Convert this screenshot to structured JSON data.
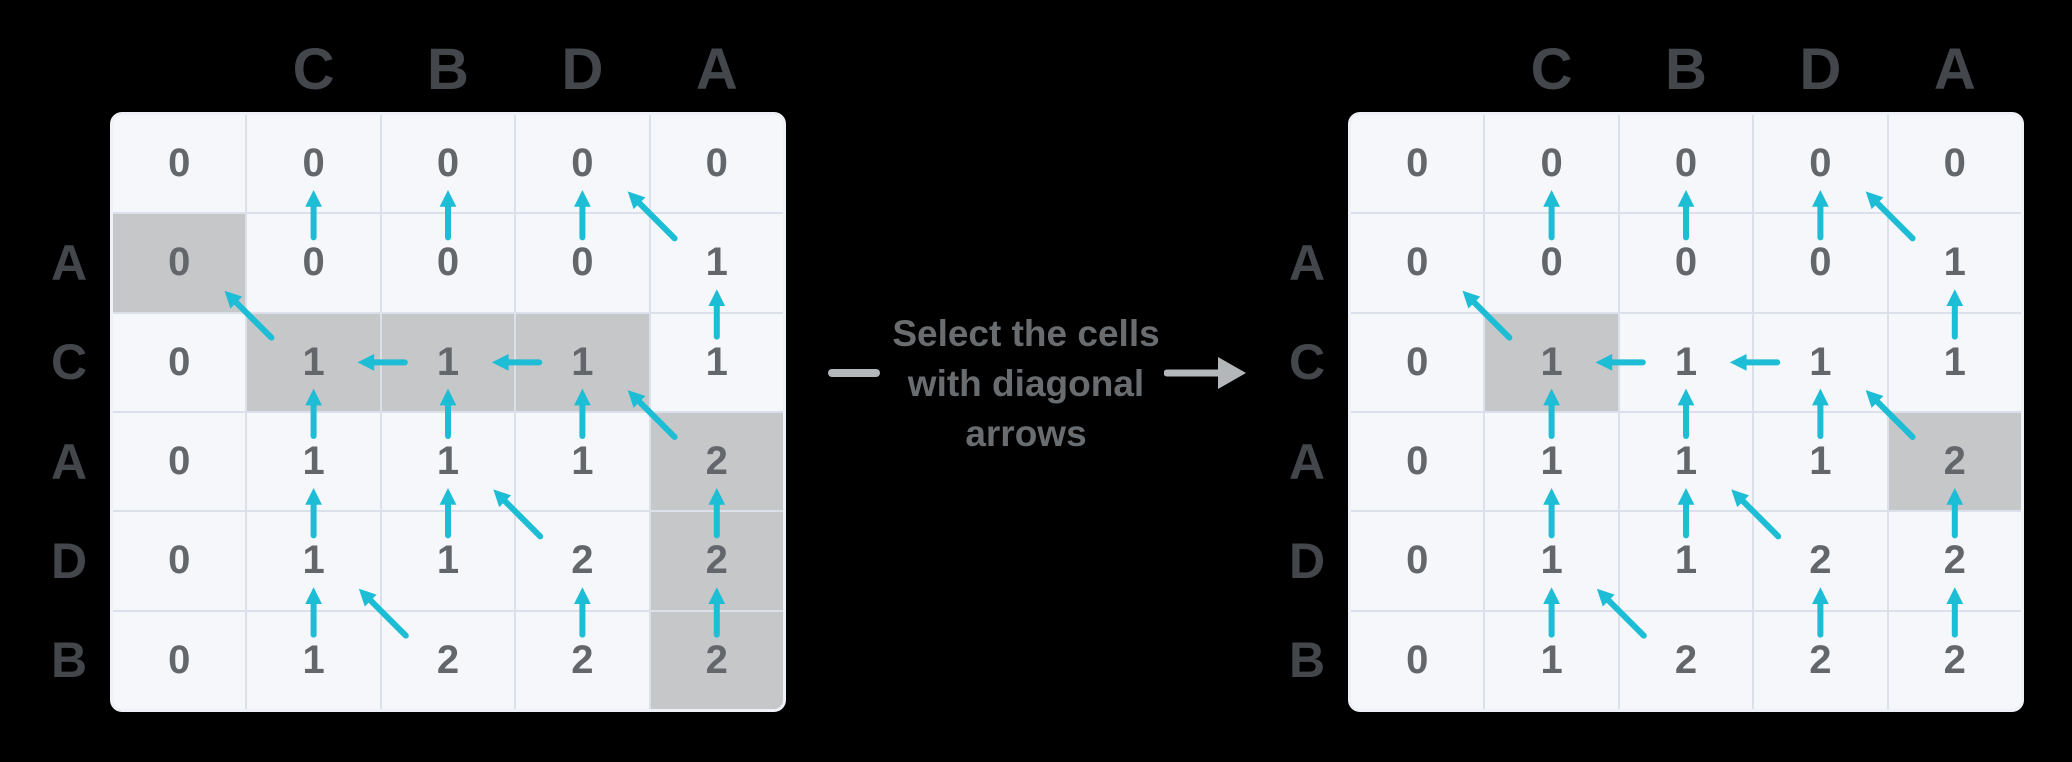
{
  "instruction": {
    "text": "Select the cells with diagonal arrows",
    "lines": [
      "Select the cells",
      "with diagonal",
      "arrows"
    ]
  },
  "colors": {
    "background": "#000000",
    "cell_bg": "#f5f7fa",
    "cell_highlight": "#c6c7c8",
    "grid_line": "#dbe0ea",
    "table_border": "#eef1f7",
    "value_text": "#63666b",
    "header_text": "#43464b",
    "arrow_cyan": "#1dbdd5",
    "instruction_text": "#6a6d70",
    "connector_gray": "#b4b7b9"
  },
  "tables": [
    {
      "name": "before",
      "column_headers": [
        "C",
        "B",
        "D",
        "A"
      ],
      "row_headers": [
        "A",
        "C",
        "A",
        "D",
        "B"
      ],
      "values": [
        [
          0,
          0,
          0,
          0,
          0
        ],
        [
          0,
          0,
          0,
          0,
          1
        ],
        [
          0,
          1,
          1,
          1,
          1
        ],
        [
          0,
          1,
          1,
          1,
          2
        ],
        [
          0,
          1,
          1,
          2,
          2
        ],
        [
          0,
          1,
          2,
          2,
          2
        ]
      ],
      "highlighted_cells": [
        [
          1,
          0
        ],
        [
          2,
          1
        ],
        [
          2,
          2
        ],
        [
          2,
          3
        ],
        [
          3,
          4
        ],
        [
          4,
          4
        ],
        [
          5,
          4
        ]
      ],
      "arrows": [
        {
          "row": 1,
          "col": 1,
          "dir": "up"
        },
        {
          "row": 1,
          "col": 2,
          "dir": "up"
        },
        {
          "row": 1,
          "col": 3,
          "dir": "up"
        },
        {
          "row": 1,
          "col": 4,
          "dir": "diag"
        },
        {
          "row": 2,
          "col": 1,
          "dir": "diag"
        },
        {
          "row": 2,
          "col": 2,
          "dir": "left"
        },
        {
          "row": 2,
          "col": 3,
          "dir": "left"
        },
        {
          "row": 2,
          "col": 4,
          "dir": "up"
        },
        {
          "row": 3,
          "col": 1,
          "dir": "up"
        },
        {
          "row": 3,
          "col": 2,
          "dir": "up"
        },
        {
          "row": 3,
          "col": 3,
          "dir": "up"
        },
        {
          "row": 3,
          "col": 4,
          "dir": "diag"
        },
        {
          "row": 4,
          "col": 1,
          "dir": "up"
        },
        {
          "row": 4,
          "col": 2,
          "dir": "up"
        },
        {
          "row": 4,
          "col": 3,
          "dir": "diag"
        },
        {
          "row": 4,
          "col": 4,
          "dir": "up"
        },
        {
          "row": 5,
          "col": 1,
          "dir": "up"
        },
        {
          "row": 5,
          "col": 2,
          "dir": "diag"
        },
        {
          "row": 5,
          "col": 3,
          "dir": "up"
        },
        {
          "row": 5,
          "col": 4,
          "dir": "up"
        }
      ]
    },
    {
      "name": "after",
      "column_headers": [
        "C",
        "B",
        "D",
        "A"
      ],
      "row_headers": [
        "A",
        "C",
        "A",
        "D",
        "B"
      ],
      "values": [
        [
          0,
          0,
          0,
          0,
          0
        ],
        [
          0,
          0,
          0,
          0,
          1
        ],
        [
          0,
          1,
          1,
          1,
          1
        ],
        [
          0,
          1,
          1,
          1,
          2
        ],
        [
          0,
          1,
          1,
          2,
          2
        ],
        [
          0,
          1,
          2,
          2,
          2
        ]
      ],
      "highlighted_cells": [
        [
          2,
          1
        ],
        [
          3,
          4
        ]
      ],
      "arrows": [
        {
          "row": 1,
          "col": 1,
          "dir": "up"
        },
        {
          "row": 1,
          "col": 2,
          "dir": "up"
        },
        {
          "row": 1,
          "col": 3,
          "dir": "up"
        },
        {
          "row": 1,
          "col": 4,
          "dir": "diag"
        },
        {
          "row": 2,
          "col": 1,
          "dir": "diag"
        },
        {
          "row": 2,
          "col": 2,
          "dir": "left"
        },
        {
          "row": 2,
          "col": 3,
          "dir": "left"
        },
        {
          "row": 2,
          "col": 4,
          "dir": "up"
        },
        {
          "row": 3,
          "col": 1,
          "dir": "up"
        },
        {
          "row": 3,
          "col": 2,
          "dir": "up"
        },
        {
          "row": 3,
          "col": 3,
          "dir": "up"
        },
        {
          "row": 3,
          "col": 4,
          "dir": "diag"
        },
        {
          "row": 4,
          "col": 1,
          "dir": "up"
        },
        {
          "row": 4,
          "col": 2,
          "dir": "up"
        },
        {
          "row": 4,
          "col": 3,
          "dir": "diag"
        },
        {
          "row": 4,
          "col": 4,
          "dir": "up"
        },
        {
          "row": 5,
          "col": 1,
          "dir": "up"
        },
        {
          "row": 5,
          "col": 2,
          "dir": "diag"
        },
        {
          "row": 5,
          "col": 3,
          "dir": "up"
        },
        {
          "row": 5,
          "col": 4,
          "dir": "up"
        }
      ]
    }
  ]
}
